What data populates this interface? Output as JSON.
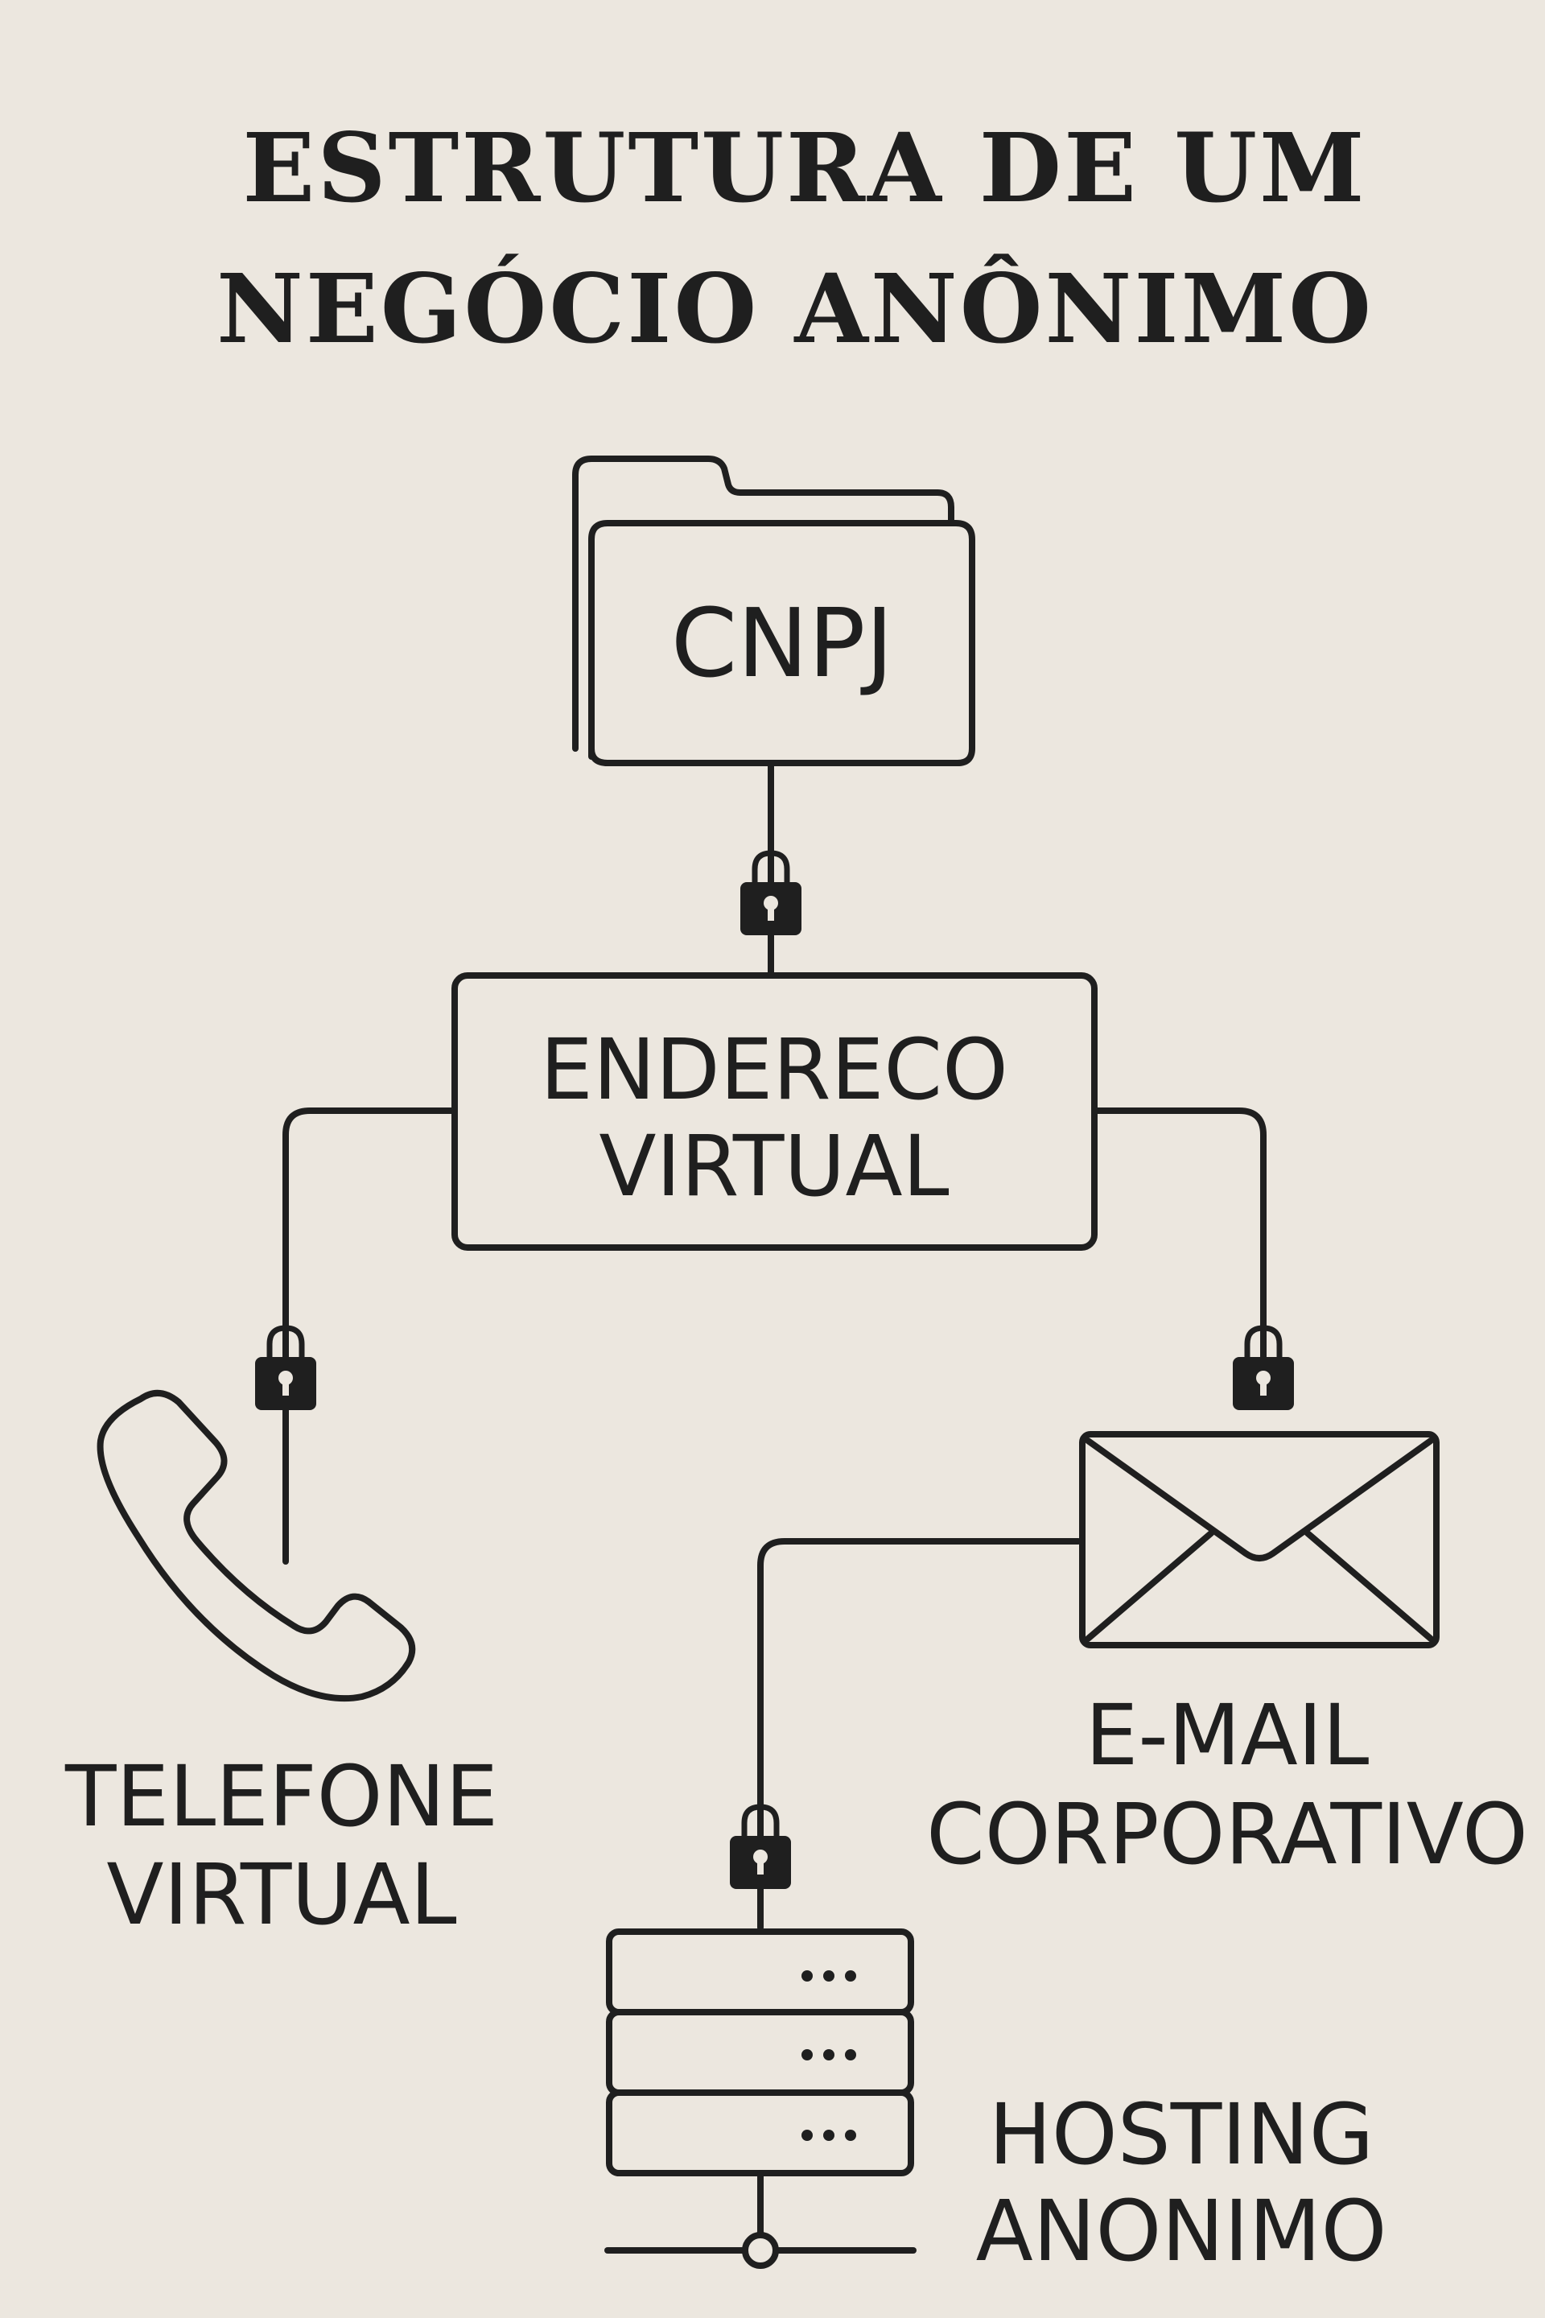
{
  "title": {
    "line1": "ESTRUTURA DE UM",
    "line2": "NEGÓCIO ANÔNIMO"
  },
  "nodes": {
    "cnpj": {
      "label": "CNPJ",
      "icon": "folder-icon"
    },
    "endereco": {
      "line1": "ENDERECO",
      "line2": "VIRTUAL"
    },
    "telefone": {
      "line1": "TELEFONE",
      "line2": "VIRTUAL",
      "icon": "phone-icon"
    },
    "email": {
      "line1": "E-MAIL",
      "line2": "CORPORATIVO",
      "icon": "envelope-icon"
    },
    "hosting": {
      "line1": "HOSTING",
      "line2": "ANONIMO",
      "icon": "server-icon"
    }
  },
  "connector_icon": "padlock-icon",
  "colors": {
    "background": "#ece7df",
    "ink": "#1f1f1f"
  }
}
